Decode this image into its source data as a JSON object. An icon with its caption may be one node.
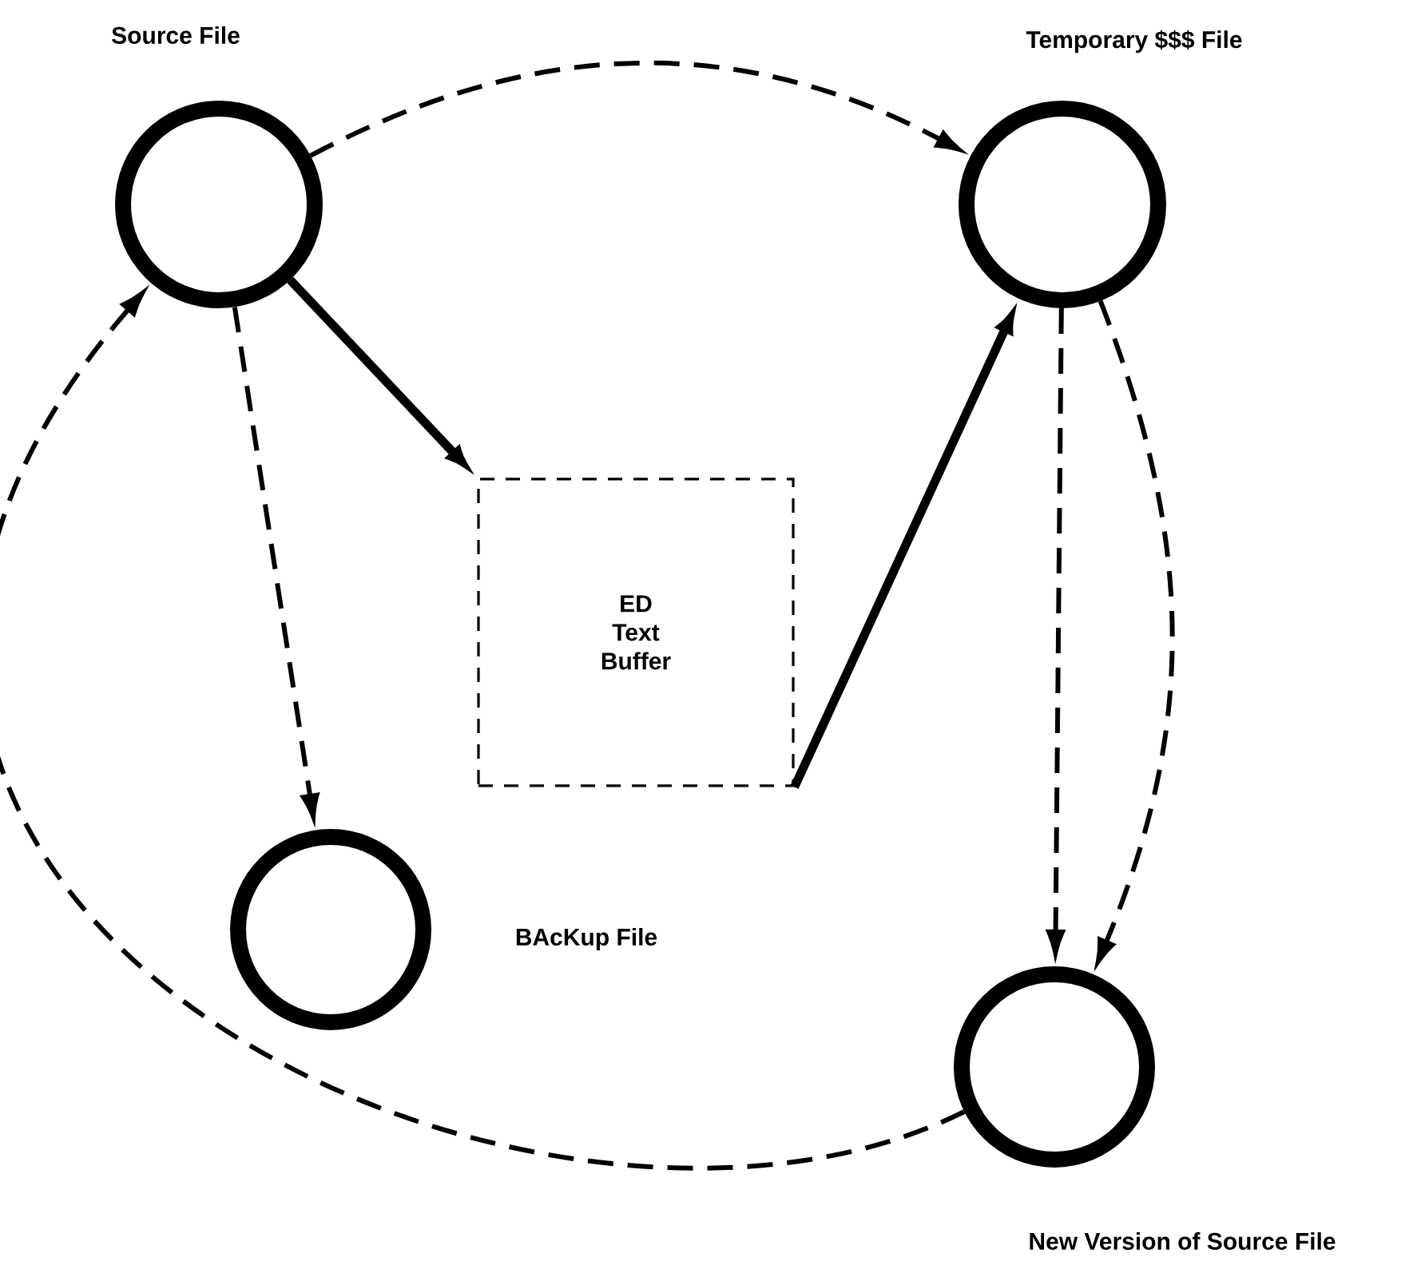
{
  "diagram": {
    "nodes": [
      {
        "text": [
          "Source File"
        ]
      },
      {
        "text": [
          "Temporary $$$ File"
        ]
      },
      {
        "text": [
          "ED Text Buffer"
        ]
      },
      {
        "text": [
          "BAcKup File"
        ]
      },
      {
        "text": [
          "New Version of Source File"
        ]
      }
    ],
    "edges": [
      {
        "from": 0,
        "to": 1,
        "arrow": "to",
        "style": "dashed"
      },
      {
        "from": 0,
        "to": 2,
        "arrow": "to",
        "style": "thick"
      },
      {
        "from": 0,
        "to": 3,
        "arrow": "to",
        "style": "dashed"
      },
      {
        "from": 2,
        "to": 1,
        "arrow": "to",
        "style": "thick"
      },
      {
        "from": 1,
        "to": 4,
        "arrow": "to",
        "style": "dashed"
      },
      {
        "from": 1,
        "to": 4,
        "arrow": "to",
        "style": "dashed"
      },
      {
        "from": 4,
        "to": 0,
        "arrow": "to",
        "style": "dashed"
      }
    ]
  }
}
